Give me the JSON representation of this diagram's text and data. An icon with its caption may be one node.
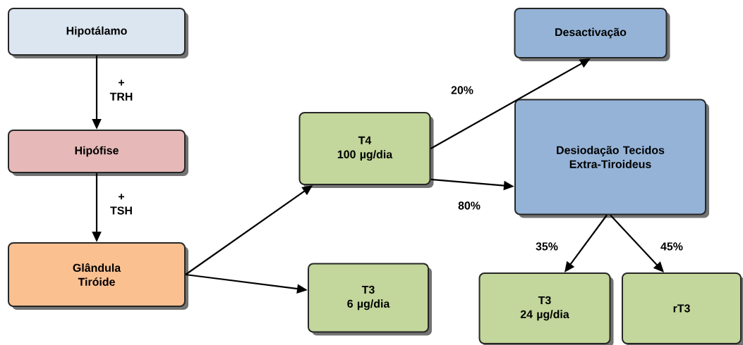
{
  "diagram": {
    "nodes": [
      {
        "text": [
          "Hipotálamo"
        ]
      },
      {
        "text": [
          "Hipófise"
        ]
      },
      {
        "text": [
          "Glândula Tiróide"
        ]
      },
      {
        "text": [
          "T4",
          "100 µg/dia"
        ]
      },
      {
        "text": [
          "T3",
          "6 µg/dia"
        ]
      },
      {
        "text": [
          "Desactivação"
        ]
      },
      {
        "text": [
          "Desiodação Tecidos Extra-Tiroideus"
        ]
      },
      {
        "text": [
          "T3",
          "24 µg/dia"
        ]
      },
      {
        "text": [
          "rT3"
        ]
      }
    ],
    "edges": [
      {
        "from": 0,
        "to": 1,
        "arrow": "to",
        "label": "+ TRH"
      },
      {
        "from": 1,
        "to": 2,
        "arrow": "to",
        "label": "+ TSH"
      },
      {
        "from": 2,
        "to": 3,
        "arrow": "to"
      },
      {
        "from": 2,
        "to": 4,
        "arrow": "to"
      },
      {
        "from": 3,
        "to": 5,
        "arrow": "to",
        "label": "20%"
      },
      {
        "from": 3,
        "to": 6,
        "arrow": "to",
        "label": "80%"
      },
      {
        "from": 6,
        "to": 7,
        "arrow": "to",
        "label": "35%"
      },
      {
        "from": 6,
        "to": 8,
        "arrow": "to",
        "label": "45%"
      }
    ]
  }
}
